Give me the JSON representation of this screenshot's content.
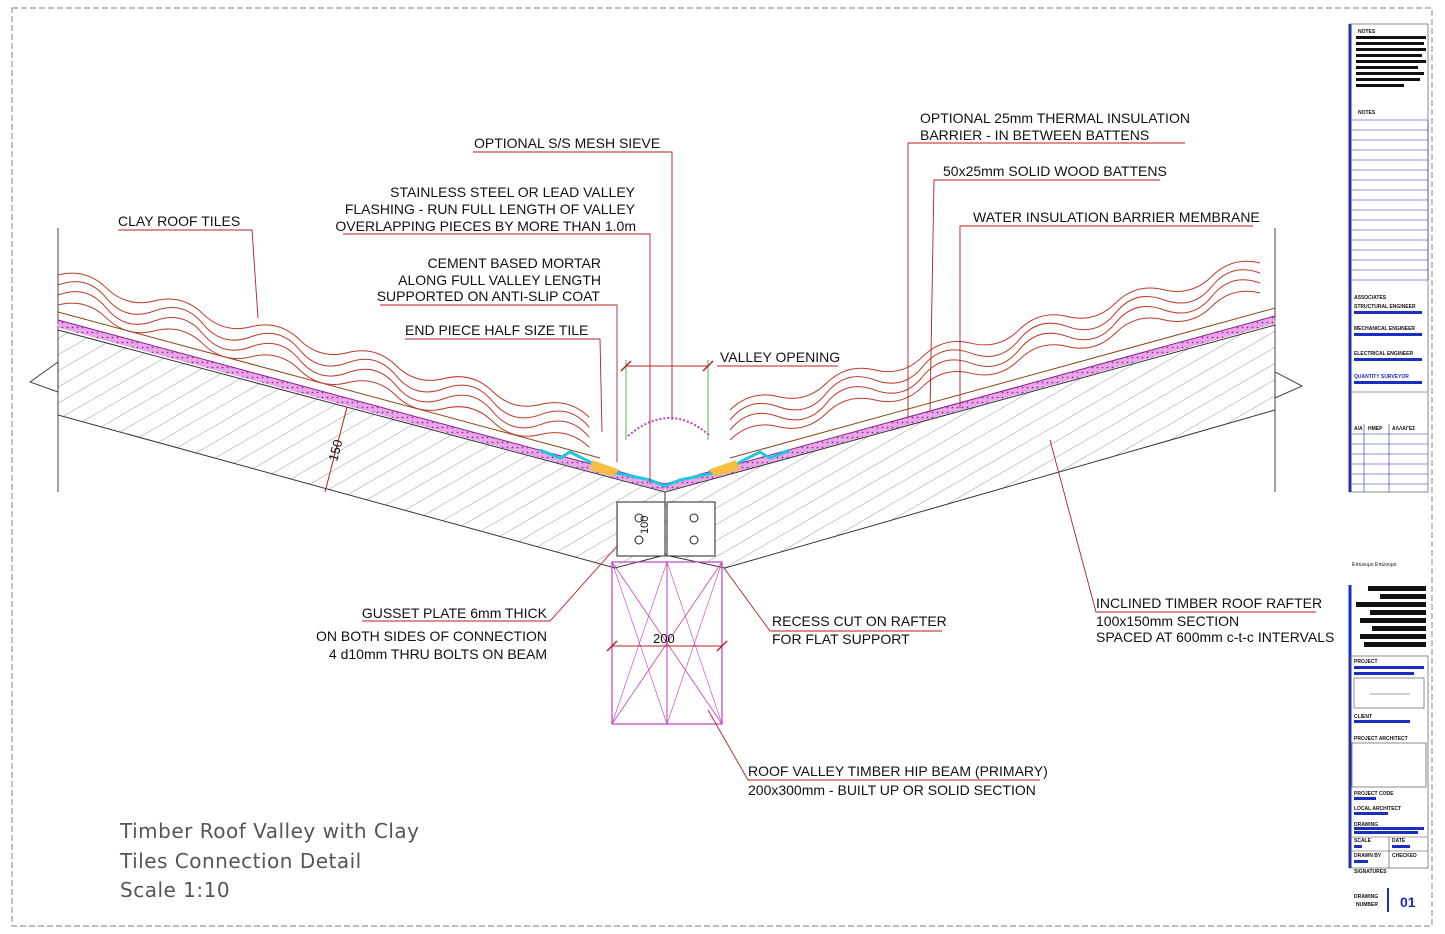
{
  "labels": {
    "clay_roof_tiles": "CLAY ROOF TILES",
    "mesh_sieve": "OPTIONAL S/S MESH SIEVE",
    "flashing_1": "STAINLESS STEEL OR LEAD VALLEY",
    "flashing_2": "FLASHING - RUN FULL LENGTH OF VALLEY",
    "flashing_3": "OVERLAPPING PIECES BY MORE THAN 1.0m",
    "mortar_1": "CEMENT BASED MORTAR",
    "mortar_2": "ALONG FULL VALLEY LENGTH",
    "mortar_3": "SUPPORTED ON ANTI-SLIP COAT",
    "end_piece": "END PIECE HALF SIZE TILE",
    "valley_opening": "VALLEY OPENING",
    "insulation_1": "OPTIONAL 25mm THERMAL INSULATION",
    "insulation_2": "BARRIER - IN BETWEEN BATTENS",
    "battens": "50x25mm SOLID WOOD BATTENS",
    "membrane": "WATER INSULATION BARRIER MEMBRANE",
    "gusset_1": "GUSSET PLATE 6mm THICK",
    "gusset_2": "ON BOTH SIDES OF CONNECTION",
    "gusset_3": "4 d10mm THRU BOLTS ON BEAM",
    "recess_1": "RECESS CUT ON RAFTER",
    "recess_2": "FOR FLAT SUPPORT",
    "rafter_1": "INCLINED TIMBER ROOF RAFTER",
    "rafter_2": "100x150mm SECTION",
    "rafter_3": "SPACED AT 600mm c-t-c INTERVALS",
    "hip_1": "ROOF VALLEY TIMBER HIP BEAM (PRIMARY)",
    "hip_2": "200x300mm - BUILT UP OR SOLID SECTION"
  },
  "dimensions": {
    "rafter_depth": "150",
    "beam_width": "200",
    "plate_dim": "100"
  },
  "title": {
    "line1": "Timber Roof Valley with Clay",
    "line2": "Tiles Connection Detail",
    "line3": "Scale 1:10"
  },
  "title_block": {
    "notes_1": "NOTES",
    "notes_2": "NOTES",
    "associates": "ASSOCIATES",
    "structural": "STRUCTURAL ENGINEER",
    "mechanical": "MECHANICAL ENGINEER",
    "electrical": "ELECTRICAL ENGINEER",
    "quantity": "QUANTITY SURVEYOR",
    "rev_aa": "A/A",
    "rev_date": "ΗΜΕΡ",
    "rev_changes": "ΑΛΛΑΓΕΣ",
    "firm": "Επώνυμο Επώνυμο",
    "project": "PROJECT",
    "client": "CLIENT",
    "project_architect": "PROJECT ARCHITECT",
    "project_code": "PROJECT CODE",
    "local_architect": "LOCAL ARCHITECT",
    "drawing": "DRAWING",
    "scale": "SCALE",
    "date": "DATE",
    "drawn_by": "DRAWN BY",
    "checked": "CHECKED",
    "signatures": "SIGNATURES",
    "drawing_number_1": "DRAWING",
    "drawing_number_2": "NUMBER",
    "drawing_number": "01"
  },
  "colors": {
    "leader": "#b22222",
    "tile": "#c0392b",
    "membrane": "#c040c0",
    "flashing": "#22c6e0",
    "mortar": "#f5c040",
    "beam": "#c040c0",
    "titleblock": "#1a2fbf"
  }
}
